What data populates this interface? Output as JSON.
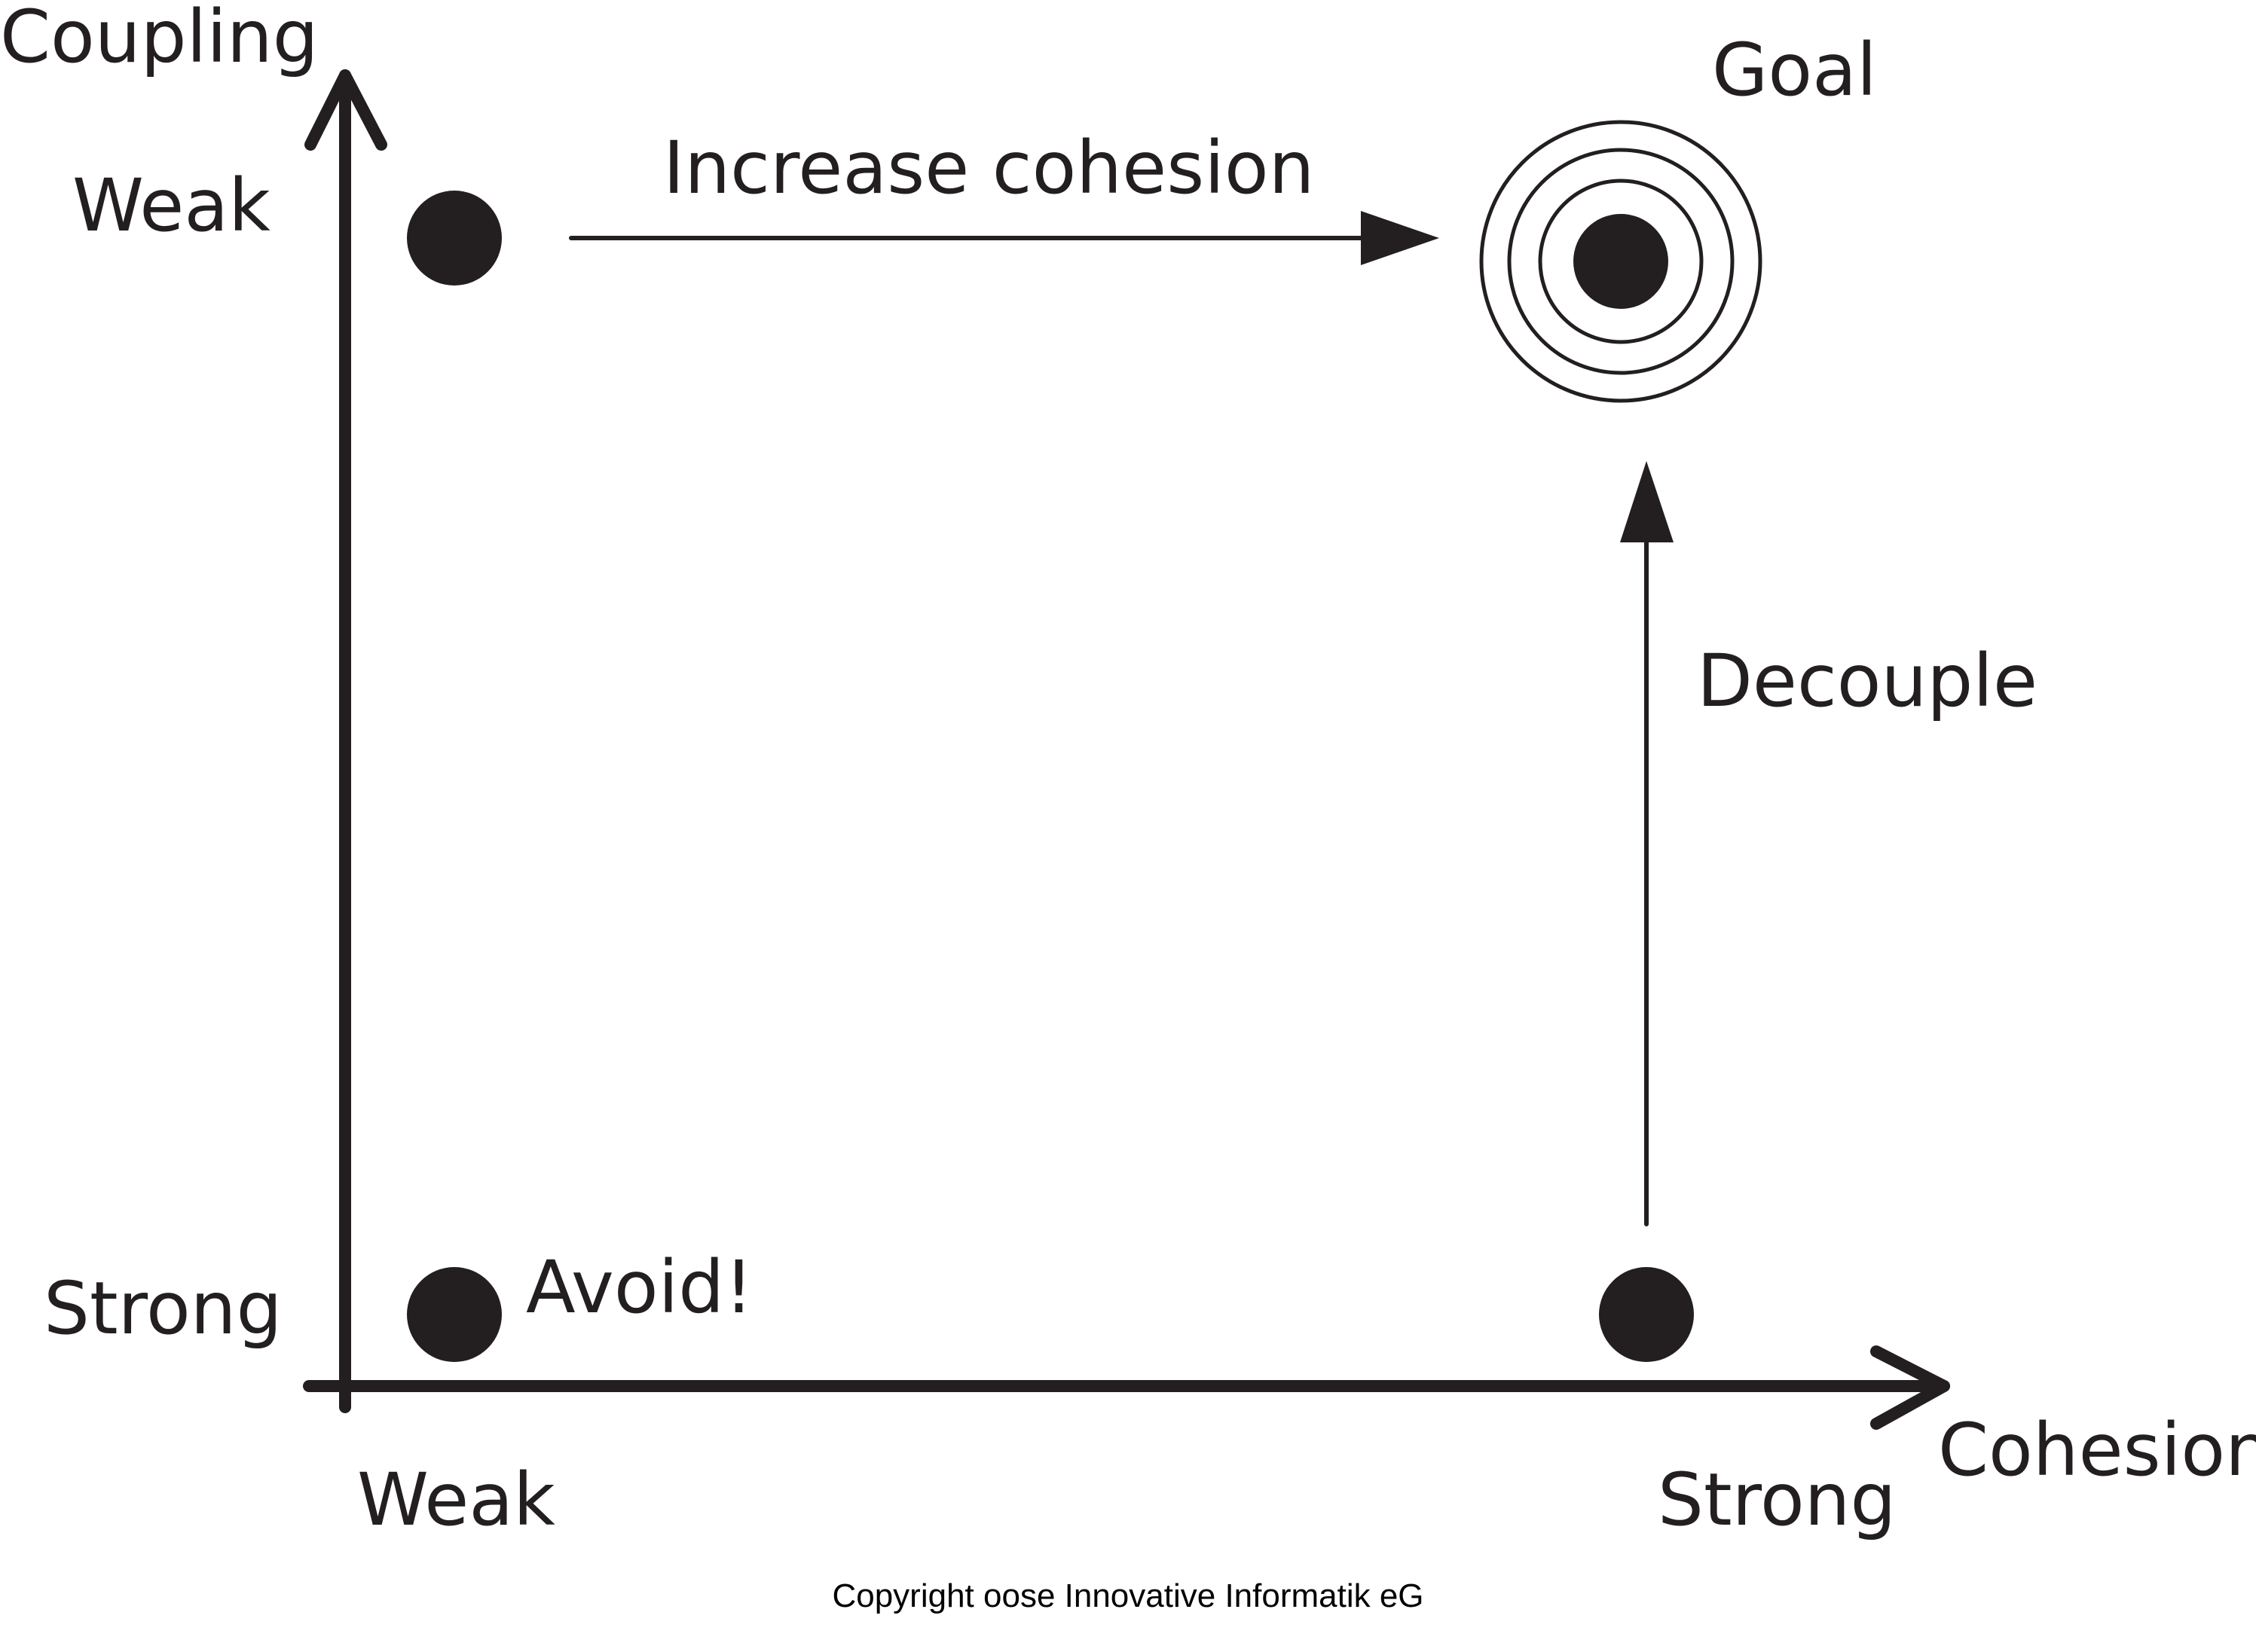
{
  "axes": {
    "y_title": "Coupling",
    "x_title": "Cohesion",
    "y_top_label": "Weak",
    "y_bottom_label": "Strong",
    "x_left_label": "Weak",
    "x_right_label": "Strong"
  },
  "annotations": {
    "increase_cohesion": "Increase cohesion",
    "decouple": "Decouple",
    "goal": "Goal",
    "avoid": "Avoid!"
  },
  "footer": {
    "copyright": "Copyright oose Innovative Informatik eG"
  },
  "colors": {
    "ink": "#231f20",
    "background": "#ffffff"
  }
}
